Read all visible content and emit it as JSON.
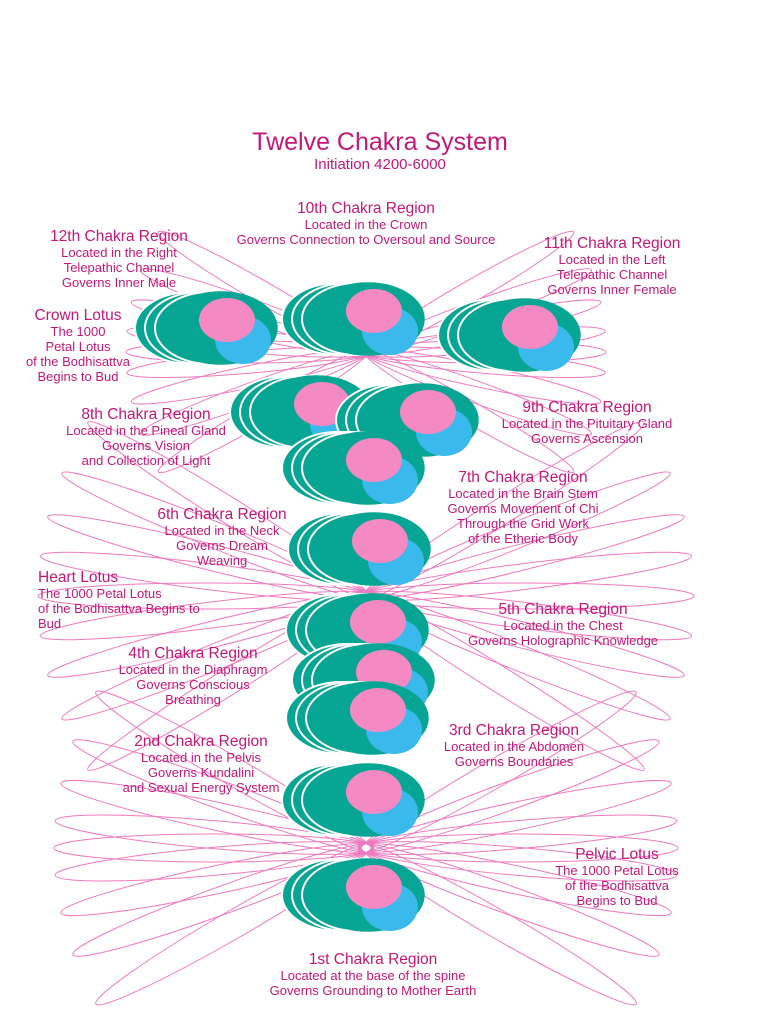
{
  "title": "Twelve Chakra System",
  "subtitle": "Initiation 4200-6000",
  "colors": {
    "text": "#c2187a",
    "teal": "#07a594",
    "pink": "#f589c3",
    "blue": "#39b9ec",
    "petal": "#ee7ac0"
  },
  "labels": {
    "c10": {
      "head": "10th Chakra Region",
      "lines": [
        "Located in the Crown",
        "Governs Connection to Oversoul and Source"
      ]
    },
    "c12": {
      "head": "12th Chakra Region",
      "lines": [
        "Located in the Right",
        "Telepathic Channel",
        "Governs Inner Male"
      ]
    },
    "c11": {
      "head": "11th Chakra Region",
      "lines": [
        "Located in the Left",
        "Telepathic Channel",
        "Governs Inner Female"
      ]
    },
    "crown": {
      "head": "Crown Lotus",
      "lines": [
        "The 1000",
        "Petal Lotus",
        "of the Bodhisattva",
        "Begins to Bud"
      ]
    },
    "c8": {
      "head": "8th Chakra Region",
      "lines": [
        "Located in the Pineal Gland",
        "Governs Vision",
        "and Collection of Light"
      ]
    },
    "c9": {
      "head": "9th Chakra Region",
      "lines": [
        "Located in the Pituitary Gland",
        "Governs Ascension"
      ]
    },
    "c7": {
      "head": "7th Chakra Region",
      "lines": [
        "Located in the Brain Stem",
        "Governs Movement of Chi",
        "Through the Grid Work",
        "of the Etheric Body"
      ]
    },
    "c6": {
      "head": "6th Chakra Region",
      "lines": [
        "Located in the Neck",
        "Governs Dream",
        "Weaving"
      ]
    },
    "heart": {
      "head": "Heart Lotus",
      "lines": [
        "The 1000 Petal Lotus",
        "of  the  Bodhisattva    Begins   to",
        "Bud"
      ]
    },
    "c5": {
      "head": "5th Chakra Region",
      "lines": [
        "Located in the Chest",
        "Governs Holographic Knowledge"
      ]
    },
    "c4": {
      "head": "4th Chakra Region",
      "lines": [
        "Located in the Diaphragm",
        "Governs Conscious",
        "Breathing"
      ]
    },
    "c3": {
      "head": "3rd Chakra Region",
      "lines": [
        "Located in the Abdomen",
        "Governs Boundaries"
      ]
    },
    "c2": {
      "head": "2nd Chakra Region",
      "lines": [
        "Located  in the Pelvis",
        "Governs Kundalini",
        "and Sexual Energy System"
      ]
    },
    "pelvic": {
      "head": "Pelvic Lotus",
      "lines": [
        "The 1000 Petal Lotus",
        "of the Bodhisattva",
        "Begins to Bud"
      ]
    },
    "c1": {
      "head": "1st Chakra Region",
      "lines": [
        "Located at the base of the spine",
        "Governs Grounding to Mother Earth"
      ]
    }
  }
}
